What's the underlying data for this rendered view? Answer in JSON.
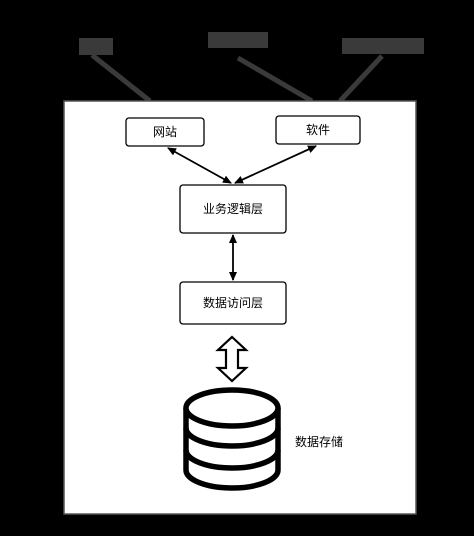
{
  "diagram": {
    "nodes": {
      "website": "网站",
      "software": "软件",
      "business_logic": "业务逻辑层",
      "data_access": "数据访问层",
      "data_storage": "数据存储"
    },
    "colors": {
      "background": "#000000",
      "panel": "#ffffff",
      "stroke": "#000000",
      "redaction": "#3a3a3a"
    }
  }
}
